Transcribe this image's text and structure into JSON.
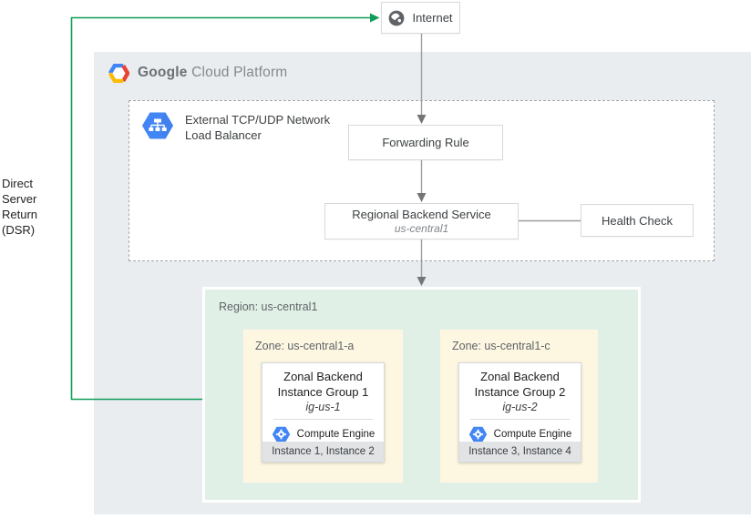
{
  "internet": {
    "label": "Internet"
  },
  "dsr_label": "Direct Server Return (DSR)",
  "gcp": {
    "brand_bold": "Google",
    "brand_rest": "Cloud Platform"
  },
  "load_balancer": {
    "label_line1": "External TCP/UDP Network",
    "label_line2": "Load Balancer"
  },
  "forwarding_rule": {
    "label": "Forwarding Rule"
  },
  "backend_service": {
    "label": "Regional Backend Service",
    "region": "us-central1"
  },
  "health_check": {
    "label": "Health Check"
  },
  "region": {
    "label": "Region: us-central1"
  },
  "zones": [
    {
      "label": "Zone: us-central1-a",
      "group": {
        "line1": "Zonal Backend",
        "line2": "Instance Group 1",
        "name": "ig-us-1",
        "product": "Compute Engine",
        "instances": "Instance 1, Instance 2"
      }
    },
    {
      "label": "Zone: us-central1-c",
      "group": {
        "line1": "Zonal Backend",
        "line2": "Instance Group 2",
        "name": "ig-us-2",
        "product": "Compute Engine",
        "instances": "Instance 3, Instance 4"
      }
    }
  ],
  "colors": {
    "accent_green": "#0f9d58",
    "google_blue": "#4285f4",
    "google_red": "#ea4335",
    "google_yellow": "#fbbc05",
    "connector_gray": "#9e9e9e",
    "arrowhead_gray": "#757575",
    "container_bg": "#e9edf0",
    "region_bg": "#e1f0e7",
    "zone_bg": "#fdf7e2",
    "footer_gray": "#e1e3e5"
  }
}
